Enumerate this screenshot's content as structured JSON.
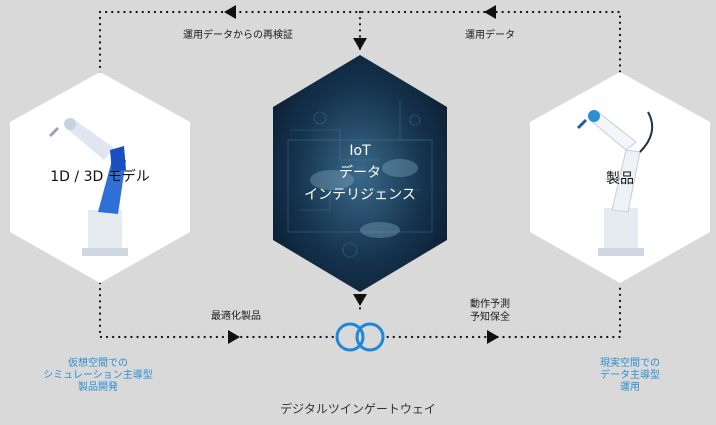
{
  "top_labels": {
    "left": "運用データからの再検証",
    "right": "運用データ"
  },
  "bottom_labels": {
    "left": "最適化製品",
    "right": [
      "動作予測",
      "予知保全"
    ]
  },
  "hexagons": {
    "left": "1D / 3D モデル",
    "center": [
      "IoT",
      "データ",
      "インテリジェンス"
    ],
    "right": "製品"
  },
  "captions": {
    "left": [
      "仮想空間での",
      "シミュレーション主導型",
      "製品開発"
    ],
    "right": [
      "現実空間での",
      "データ主導型",
      "運用"
    ]
  },
  "footer": "デジタルツインゲートウェイ",
  "colors": {
    "background": "#d9d9d9",
    "hex_fill": "#ffffff",
    "center_hex": "#0e2a44",
    "dotted_line": "#111111",
    "caption": "#2a8fd0",
    "gateway_icon": "#1e88d8"
  },
  "icons": [
    "robot-arm-model-icon",
    "robot-arm-product-icon",
    "gateway-rings-icon",
    "arrow-icon"
  ]
}
